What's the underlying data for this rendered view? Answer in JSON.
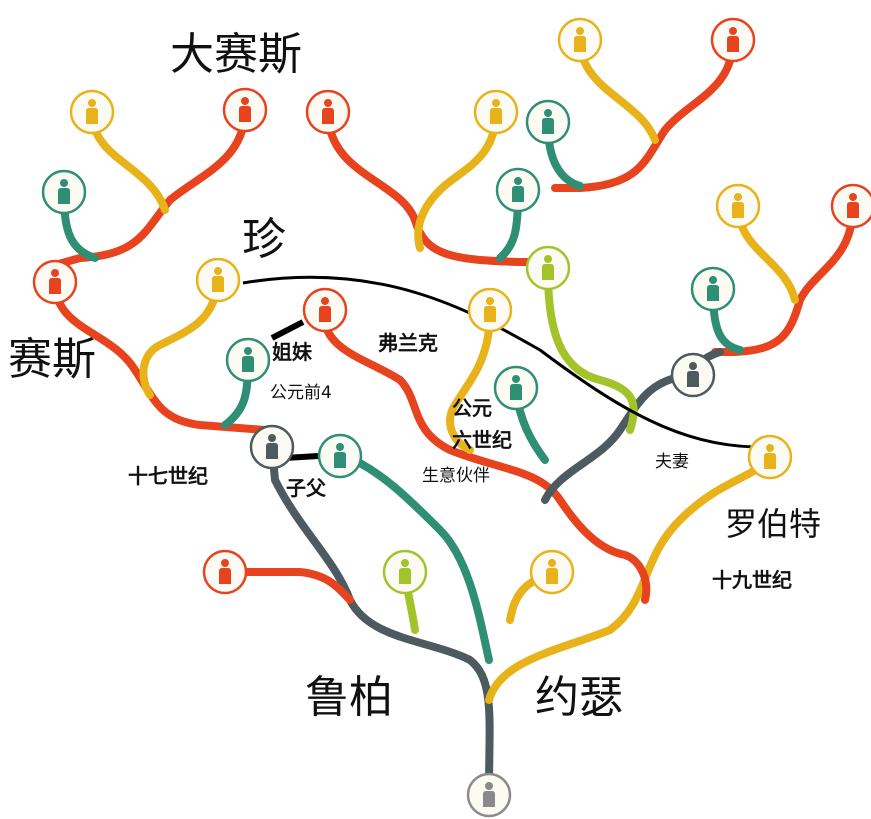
{
  "labels": {
    "da_saisi": "大赛斯",
    "zhen": "珍",
    "saisi": "赛斯",
    "jiemei": "姐妹",
    "gongyuanqian4": "公元前4",
    "fulanke": "弗兰克",
    "gongyuan": "公元",
    "liushiji": "六世纪",
    "shiqishiji": "十七世纪",
    "zifu": "子父",
    "shengyi_huoban": "生意伙伴",
    "fuqi": "夫妻",
    "luobote": "罗伯特",
    "shijiushiji": "十九世纪",
    "lubai": "鲁柏",
    "yuese": "约瑟"
  },
  "colors": {
    "red": "#e8431f",
    "yellow": "#e8b21a",
    "teal": "#2f8f75",
    "lime": "#a3c32a",
    "slate": "#4d5a60",
    "gray": "#8a8a8a"
  },
  "icons": {
    "person": "person-icon"
  }
}
